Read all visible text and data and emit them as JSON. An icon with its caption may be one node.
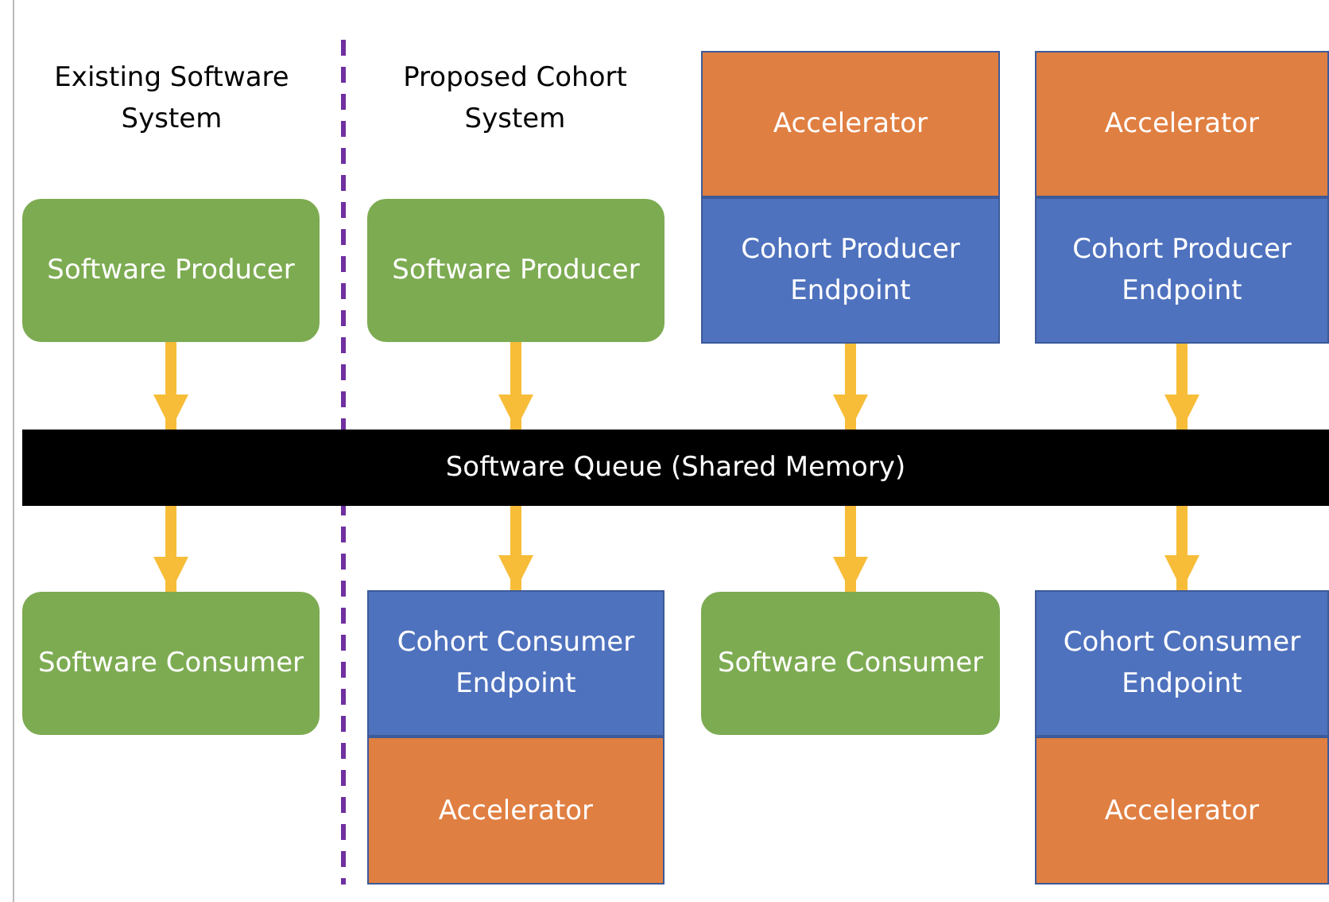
{
  "diagram": {
    "nodes": [
      {
        "text": [
          "Software Producer"
        ]
      },
      {
        "text": [
          "Software Producer"
        ]
      },
      {
        "text": [
          "Accelerator"
        ]
      },
      {
        "text": [
          "Cohort Producer Endpoint"
        ]
      },
      {
        "text": [
          "Accelerator"
        ]
      },
      {
        "text": [
          "Cohort Producer Endpoint"
        ]
      },
      {
        "text": [
          "Software Queue (Shared Memory)"
        ]
      },
      {
        "text": [
          "Software Consumer"
        ]
      },
      {
        "text": [
          "Cohort Consumer Endpoint"
        ]
      },
      {
        "text": [
          "Accelerator"
        ]
      },
      {
        "text": [
          "Software Consumer"
        ]
      },
      {
        "text": [
          "Cohort Consumer Endpoint"
        ]
      },
      {
        "text": [
          "Accelerator"
        ]
      }
    ],
    "edges": [
      {
        "from": 0,
        "to": 6,
        "arrow": "to"
      },
      {
        "from": 1,
        "to": 6,
        "arrow": "to"
      },
      {
        "from": 3,
        "to": 6,
        "arrow": "to"
      },
      {
        "from": 5,
        "to": 6,
        "arrow": "to"
      },
      {
        "from": 6,
        "to": 7,
        "arrow": "to"
      },
      {
        "from": 6,
        "to": 8,
        "arrow": "to"
      },
      {
        "from": 6,
        "to": 10,
        "arrow": "to"
      },
      {
        "from": 6,
        "to": 11,
        "arrow": "to"
      }
    ],
    "labels": [
      "Existing Software System",
      "Proposed Cohort System"
    ]
  }
}
